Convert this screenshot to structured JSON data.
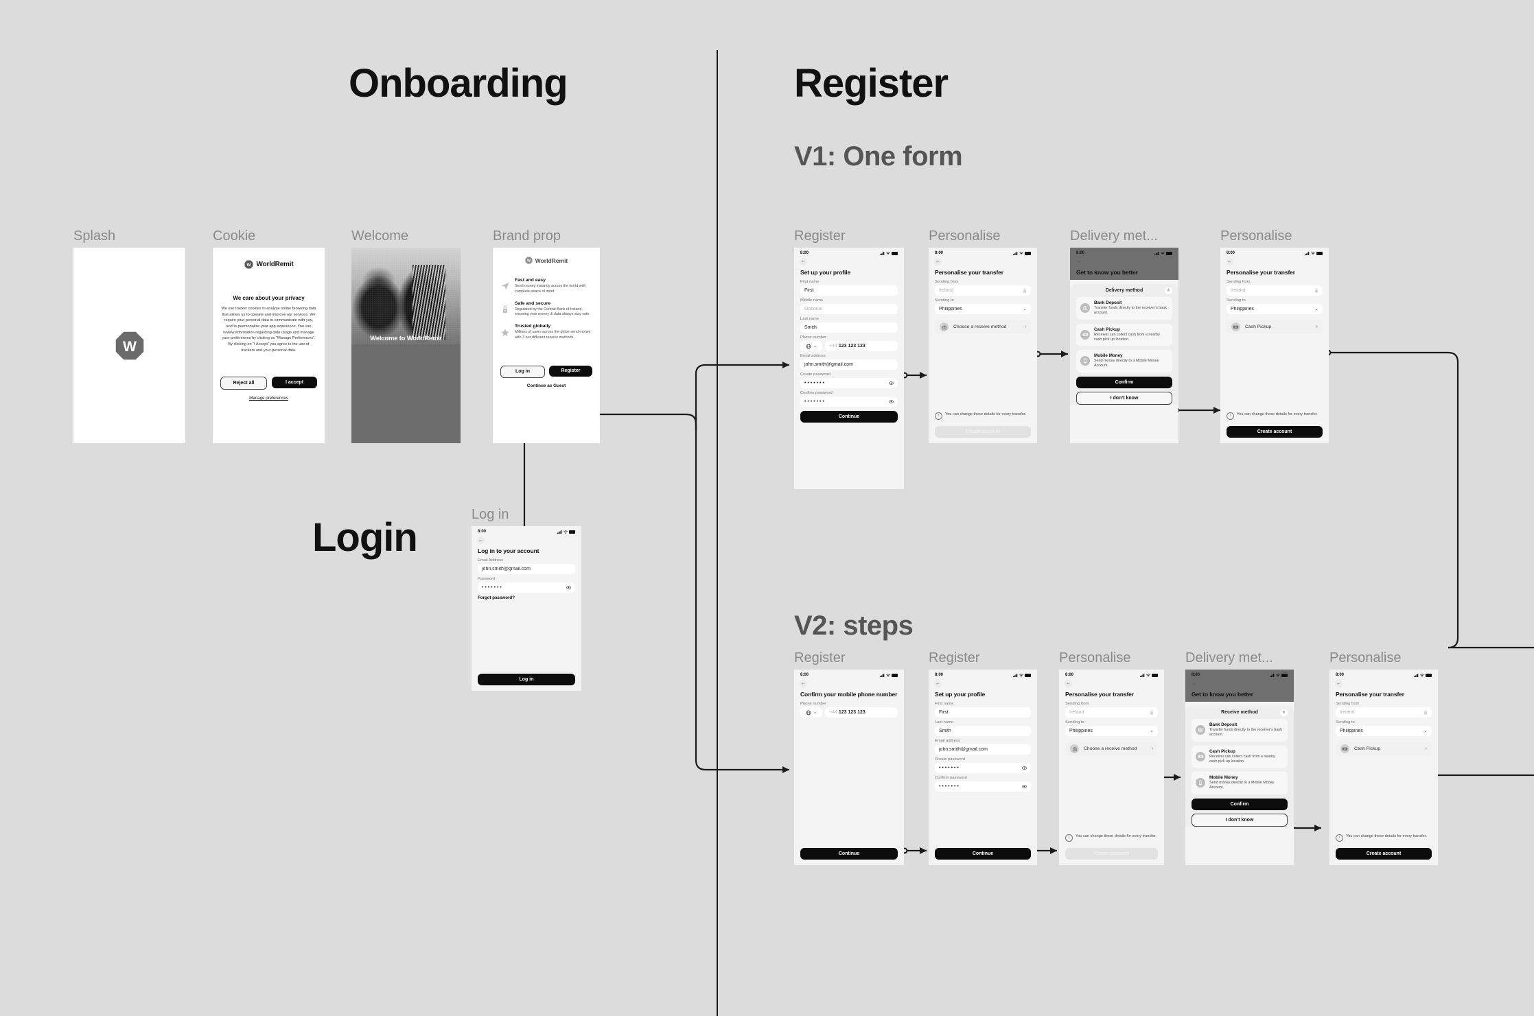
{
  "sections": {
    "onboarding_title": "Onboarding",
    "register_title": "Register",
    "v1_title": "V1: One form",
    "v2_title": "V2: steps",
    "login_title": "Login"
  },
  "brand": {
    "name": "WorldRemit",
    "logo_letter": "W",
    "accent": "#0c0c0c",
    "canvas_bg": "#dcdcdc",
    "screen_bg": "#f4f4f4"
  },
  "statusbar": {
    "time": "8:00",
    "signal_icon": "cellular-signal-icon",
    "wifi_icon": "wifi-icon",
    "battery_icon": "battery-icon"
  },
  "onboarding": {
    "splash": {
      "label": "Splash",
      "logo_icon": "worldremit-octagon-logo"
    },
    "cookie": {
      "label": "Cookie",
      "brand": "WorldRemit",
      "heading": "We care about your privacy",
      "body": "We use tracker cookies to analyse online browsing data that allows us to operate and improve our services. We require your personal data to communicate with you, and to peersonalise your app experience. You can review information regarding data usage and manage your preferences by clicking on “Manage Preferences”. By clicking on “I Accept” you agree to the use of trackers and your personal data.",
      "reject_label": "Reject all",
      "accept_label": "I accept",
      "manage_label": "Manage preferences"
    },
    "welcome": {
      "label": "Welcome",
      "headline": "Welcome to WorldRemit"
    },
    "brandprop": {
      "label": "Brand prop",
      "brand": "WorldRemit",
      "features": [
        {
          "icon": "paper-plane-icon",
          "title": "Fast and easy",
          "body": "Send money instantly across the world with complete peace of mind."
        },
        {
          "icon": "lock-shield-icon",
          "title": "Safe and secure",
          "body": "Regulated by the Central Bank of Ireland, ensuring your money & data always stay safe."
        },
        {
          "icon": "star-icon",
          "title": "Trusted globally",
          "body": "Millions of users across the globe send money with 3 our different receive methods."
        }
      ],
      "login_label": "Log in",
      "register_label": "Register",
      "guest_label": "Continue as Guest"
    }
  },
  "login": {
    "label": "Log in",
    "title": "Log in to your account",
    "email_label": "Email Address",
    "email_value": "john.smith@gmail.com",
    "password_label": "Password",
    "password_value": "• • • • • • •",
    "forgot_label": "Forgot password?",
    "submit_label": "Log in"
  },
  "v1": {
    "register": {
      "label": "Register",
      "title": "Set up your profile",
      "fields": [
        {
          "label": "First name",
          "value": "First",
          "placeholder": ""
        },
        {
          "label": "Middle name",
          "value": "",
          "placeholder": "Optional"
        },
        {
          "label": "Last name",
          "value": "Smith",
          "placeholder": ""
        }
      ],
      "phone_label": "Phone number",
      "phone_prefix": "+44",
      "phone_number": "123 123 123",
      "email_label": "Email address",
      "email_value": "john.smith@gmail.com",
      "create_password_label": "Create password",
      "create_password_value": "• • • • • • •",
      "confirm_password_label": "Confirm password",
      "confirm_password_value": "• • • • • • •",
      "submit_label": "Continue"
    },
    "personalise_a": {
      "label": "Personalise",
      "title": "Personalise your transfer",
      "from_label": "Sending from",
      "from_value": "Ireland",
      "to_label": "Sending to",
      "to_value": "Philippines",
      "method_label": "Choose a receive method",
      "method_icon": "bank-icon",
      "note": "You can change these details for every transfer.",
      "submit_label": "Create account",
      "submit_disabled": true
    },
    "delivery": {
      "label": "Delivery met...",
      "screen_title": "Get to know you better",
      "sheet_title": "Delivery method",
      "options": [
        {
          "icon": "bank-icon",
          "title": "Bank Deposit",
          "body": "Transfer funds directly to the receiver’s bank account."
        },
        {
          "icon": "cash-icon",
          "title": "Cash Pickup",
          "body": "Receiver can collect cash from a nearby cash pick up location."
        },
        {
          "icon": "mobile-icon",
          "title": "Mobile Money",
          "body": "Send money directly to a Mobile Money Account."
        }
      ],
      "confirm_label": "Confirm",
      "dontknow_label": "I don’t know"
    },
    "personalise_b": {
      "label": "Personalise",
      "title": "Personalise your transfer",
      "from_label": "Sending from",
      "from_value": "Ireland",
      "to_label": "Sending to",
      "to_value": "Philippines",
      "method_label": "Cash Pickup",
      "method_icon": "cash-icon",
      "note": "You can change these details for every transfer.",
      "submit_label": "Create account",
      "submit_disabled": false
    }
  },
  "v2": {
    "register_phone": {
      "label": "Register",
      "title": "Confirm your mobile phone number",
      "phone_label": "Phone number",
      "phone_prefix": "+44",
      "phone_number": "123 123 123",
      "submit_label": "Continue"
    },
    "register_profile": {
      "label": "Register",
      "title": "Set up your profile",
      "fields": [
        {
          "label": "First name",
          "value": "First"
        },
        {
          "label": "Last name",
          "value": "Smith"
        },
        {
          "label": "Email address",
          "value": "john.smith@gmail.com"
        }
      ],
      "create_password_label": "Create password",
      "create_password_value": "• • • • • • •",
      "confirm_password_label": "Confirm password",
      "confirm_password_value": "• • • • • • •",
      "submit_label": "Continue"
    },
    "personalise_a": {
      "label": "Personalise",
      "title": "Personalise your transfer",
      "from_label": "Sending from",
      "from_value": "Ireland",
      "to_label": "Sending to",
      "to_value": "Philippines",
      "method_label": "Choose a receive method",
      "method_icon": "bank-icon",
      "note": "You can change these details for every transfer.",
      "submit_label": "Create account",
      "submit_disabled": true
    },
    "delivery": {
      "label": "Delivery met...",
      "screen_title": "Get to know you better",
      "sheet_title": "Receive method",
      "options": [
        {
          "icon": "bank-icon",
          "title": "Bank Deposit",
          "body": "Transfer funds directly to the receiver’s bank account."
        },
        {
          "icon": "cash-icon",
          "title": "Cash Pickup",
          "body": "Receiver can collect cash from a nearby cash pick up location."
        },
        {
          "icon": "mobile-icon",
          "title": "Mobile Money",
          "body": "Send money directly to a Mobile Money Account."
        }
      ],
      "confirm_label": "Confirm",
      "dontknow_label": "I don’t know"
    },
    "personalise_b": {
      "label": "Personalise",
      "title": "Personalise your transfer",
      "from_label": "Sending from",
      "from_value": "Ireland",
      "to_label": "Sending to",
      "to_value": "Philippines",
      "method_label": "Cash Pickup",
      "method_icon": "cash-icon",
      "note": "You can change these details for every transfer.",
      "submit_label": "Create account",
      "submit_disabled": false
    }
  }
}
